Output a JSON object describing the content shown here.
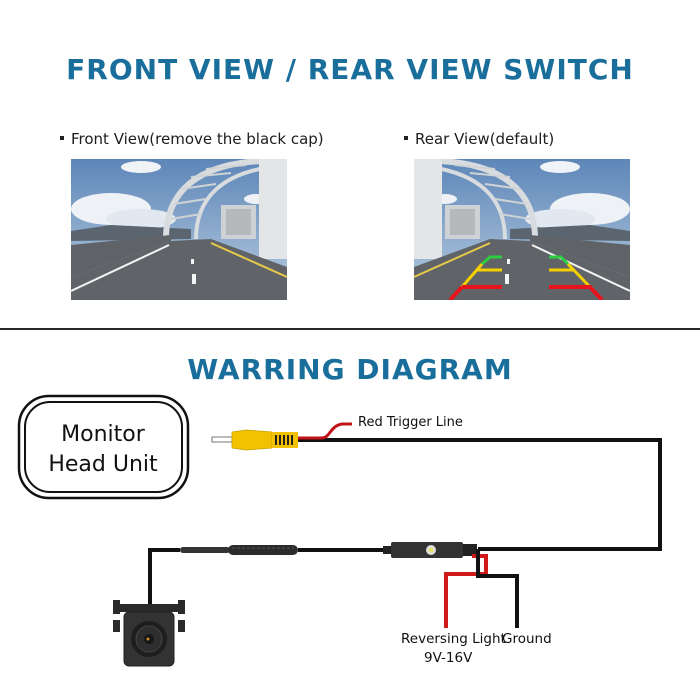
{
  "sections": {
    "switch_title": "FRONT VIEW / REAR VIEW SWITCH",
    "wiring_title": "WARRING DIAGRAM"
  },
  "views": {
    "front": {
      "caption": "Front View(remove the black cap)",
      "guide_lines": false
    },
    "rear": {
      "caption": "Rear View(default)",
      "guide_lines": true
    }
  },
  "diagram": {
    "monitor": {
      "line1": "Monitor",
      "line2": "Head Unit"
    },
    "labels": {
      "trigger": "Red Trigger Line",
      "reversing": "Reversing Light",
      "voltage": "9V-16V",
      "ground": "Ground"
    }
  },
  "colors": {
    "title": "#1a6e9c",
    "wire_black": "#111111",
    "wire_red": "#d01a1a",
    "rca_yellow": "#f2c200",
    "guide_green": "#2ecc40",
    "guide_yellow": "#f4d000",
    "guide_red": "#e8141b"
  }
}
